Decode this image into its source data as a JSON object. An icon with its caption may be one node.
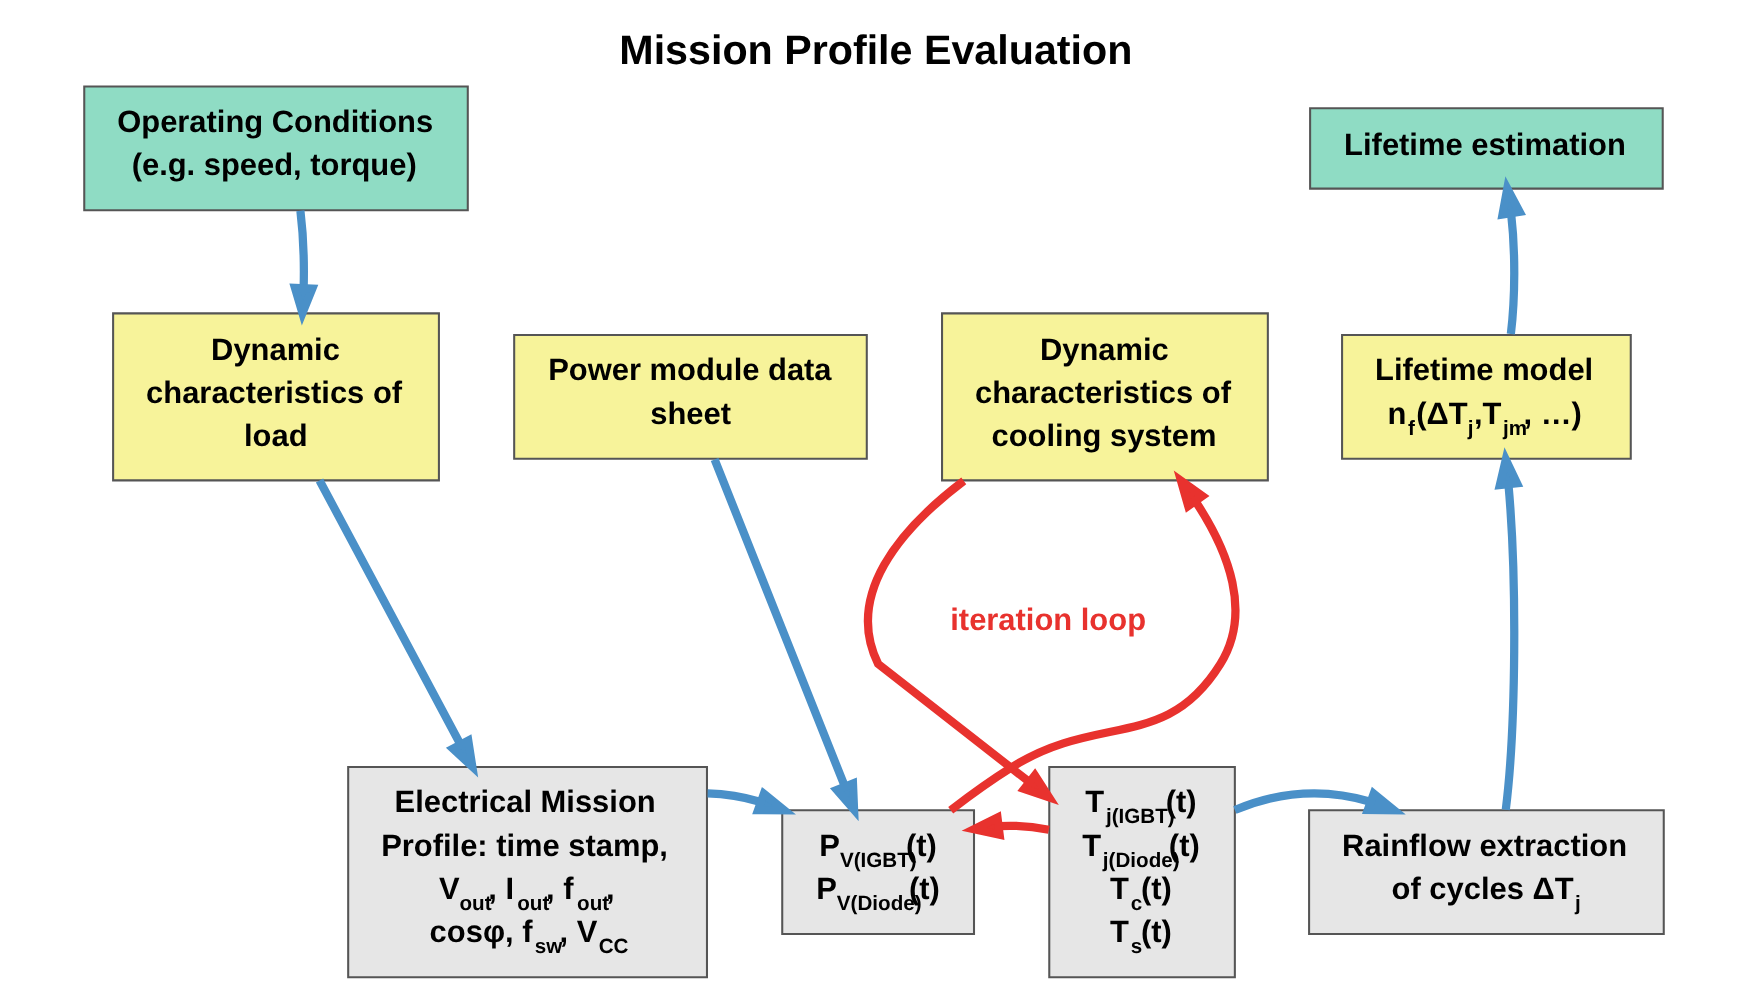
{
  "diagram": {
    "title": "Mission Profile Evaluation",
    "nodes": [
      {
        "text": [
          "Operating Conditions (e.g. speed, torque)"
        ]
      },
      {
        "text": [
          "Dynamic characteristics of load"
        ]
      },
      {
        "text": [
          "Power module data sheet"
        ]
      },
      {
        "text": [
          "Dynamic characteristics of cooling system"
        ]
      },
      {
        "text": [
          "Lifetime model",
          "n$_{f}$(ΔT$_{j}$,T$_{jm}$, …)"
        ]
      },
      {
        "text": [
          "Lifetime estimation"
        ]
      },
      {
        "text": [
          "Electrical Mission Profile: time stamp, V$_{out}$, I$_{out}$, f$_{out}$, cosφ, f$_{sw}$, V$_{CC}$"
        ]
      },
      {
        "text": [
          "P$_{V(IGBT)}$(t)",
          "P$_{V(Diode)}$(t)"
        ]
      },
      {
        "text": [
          "T$_{j(IGBT)}$(t)",
          "T$_{j(Diode)}$(t)",
          "T$_{c}$(t)",
          "T$_{s}$(t)"
        ]
      },
      {
        "text": [
          "Rainflow extraction of cycles ΔT$_{j}$"
        ]
      }
    ],
    "edges": [
      {
        "from": 0,
        "to": 1,
        "arrow": "to"
      },
      {
        "from": 1,
        "to": 6,
        "arrow": "to"
      },
      {
        "from": 2,
        "to": 7,
        "arrow": "to"
      },
      {
        "from": 6,
        "to": 7,
        "arrow": "to"
      },
      {
        "from": 7,
        "to": 3,
        "arrow": "to",
        "color": "#e8322e"
      },
      {
        "from": 3,
        "to": 8,
        "arrow": "to",
        "color": "#e8322e"
      },
      {
        "from": 8,
        "to": 7,
        "arrow": "to",
        "color": "#e8322e"
      },
      {
        "from": 8,
        "to": 9,
        "arrow": "to"
      },
      {
        "from": 9,
        "to": 4,
        "arrow": "to"
      },
      {
        "from": 4,
        "to": 5,
        "arrow": "to"
      }
    ],
    "labels": [
      "iteration loop"
    ]
  }
}
